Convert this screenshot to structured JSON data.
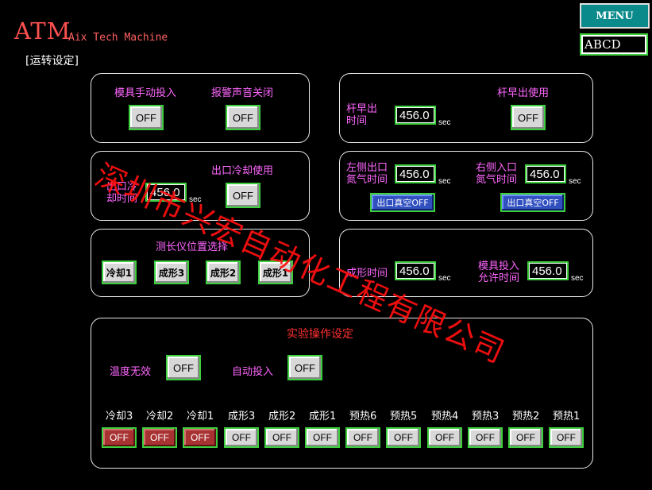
{
  "header": {
    "logo": "ATM",
    "company": "Aix Tech Machine",
    "page_title": "[运转设定]",
    "menu_label": "MENU",
    "user_value": "ABCD"
  },
  "panel1": {
    "mold_manual_label": "模具手动投入",
    "mold_manual_state": "OFF",
    "alarm_sound_label": "报警声音关闭",
    "alarm_sound_state": "OFF"
  },
  "panel2": {
    "rod_early_time_label": "杆早出\n时间",
    "rod_early_time_value": "456.0",
    "rod_early_time_unit": "sec",
    "rod_early_use_label": "杆早出使用",
    "rod_early_use_state": "OFF"
  },
  "panel3": {
    "outlet_cool_use_label": "出口冷却使用",
    "outlet_cool_use_state": "OFF",
    "outlet_cool_time_label": "出口冷\n却时间",
    "outlet_cool_time_value": "456.0",
    "outlet_cool_time_unit": "sec"
  },
  "panel4": {
    "left_n2_label": "左侧出口\n氮气时间",
    "left_n2_value": "456.0",
    "left_n2_unit": "sec",
    "left_vacuum_label": "出口真空OFF",
    "right_n2_label": "右侧入口\n氮气时间",
    "right_n2_value": "456.0",
    "right_n2_unit": "sec",
    "right_vacuum_label": "出口真空OFF"
  },
  "panel5": {
    "title": "测长仪位置选择",
    "buttons": [
      "冷却1",
      "成形3",
      "成形2",
      "成形1"
    ]
  },
  "panel6": {
    "form_time_label": "成形时间",
    "form_time_value": "456.0",
    "form_time_unit": "sec",
    "mold_allow_label": "模具投入\n允许时间",
    "mold_allow_value": "456.0",
    "mold_allow_unit": "sec"
  },
  "panel7": {
    "title": "实验操作设定",
    "temp_invalid_label": "温度无效",
    "temp_invalid_state": "OFF",
    "auto_input_label": "自动投入",
    "auto_input_state": "OFF",
    "stations": [
      {
        "label": "冷却3",
        "state": "OFF",
        "color": "red"
      },
      {
        "label": "冷却2",
        "state": "OFF",
        "color": "red"
      },
      {
        "label": "冷却1",
        "state": "OFF",
        "color": "red"
      },
      {
        "label": "成形3",
        "state": "OFF",
        "color": "gray"
      },
      {
        "label": "成形2",
        "state": "OFF",
        "color": "gray"
      },
      {
        "label": "成形1",
        "state": "OFF",
        "color": "gray"
      },
      {
        "label": "预热6",
        "state": "OFF",
        "color": "gray"
      },
      {
        "label": "预热5",
        "state": "OFF",
        "color": "gray"
      },
      {
        "label": "预热4",
        "state": "OFF",
        "color": "gray"
      },
      {
        "label": "预热3",
        "state": "OFF",
        "color": "gray"
      },
      {
        "label": "预热2",
        "state": "OFF",
        "color": "gray"
      },
      {
        "label": "预热1",
        "state": "OFF",
        "color": "gray"
      }
    ]
  },
  "watermark": "深圳市兴宏自动化工程有限公司",
  "colors": {
    "background": "#000000",
    "accent_green": "#3ecf3e",
    "label_pink": "#ff66ff",
    "title_red": "#ff3030",
    "menu_teal": "#0a8a8a",
    "alarm_red": "#a83232",
    "vacuum_blue": "#3050c0"
  }
}
